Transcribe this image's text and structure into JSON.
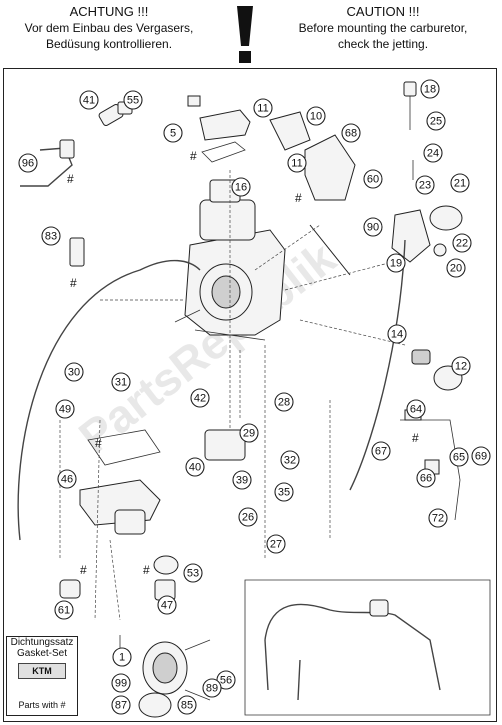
{
  "warning_de": {
    "heading": "ACHTUNG !!!",
    "line1": "Vor dem Einbau des Vergasers,",
    "line2": "Bedüsung kontrollieren."
  },
  "warning_en": {
    "heading": "CAUTION !!!",
    "line1": "Before mounting the carburetor,",
    "line2": "check the jetting."
  },
  "kit_box": {
    "line1": "Dichtungssatz",
    "line2": "Gasket-Set",
    "logo": "KTM",
    "parts_with": "Parts with",
    "hash_symbol": "#"
  },
  "watermark": "PartsRepublik",
  "hash_mark": "#",
  "callouts": [
    "41",
    "55",
    "5",
    "11",
    "10",
    "68",
    "96",
    "60",
    "16",
    "11",
    "18",
    "25",
    "24",
    "23",
    "21",
    "22",
    "20",
    "19",
    "90",
    "83",
    "14",
    "12",
    "30",
    "31",
    "42",
    "28",
    "49",
    "29",
    "64",
    "40",
    "32",
    "67",
    "65",
    "69",
    "66",
    "39",
    "46",
    "35",
    "72",
    "26",
    "27",
    "53",
    "47",
    "61",
    "1",
    "56",
    "99",
    "89",
    "85",
    "87"
  ]
}
